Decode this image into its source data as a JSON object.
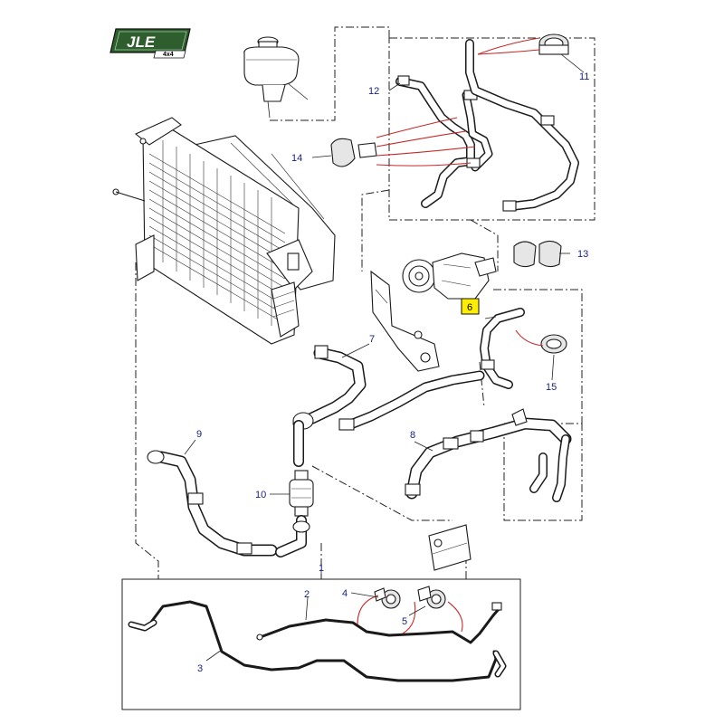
{
  "logo": {
    "text": "JLE",
    "sub": "4x4"
  },
  "callouts": {
    "c1": "1",
    "c2": "2",
    "c3": "3",
    "c4": "4",
    "c5": "5",
    "c6": "6",
    "c7": "7",
    "c8": "8",
    "c9": "9",
    "c10": "10",
    "c11": "11",
    "c12": "12",
    "c13": "13",
    "c14": "14",
    "c15": "15"
  },
  "colors": {
    "highlight": "#ffee00",
    "callout_text": "#1a237e",
    "leader_red": "#c62828",
    "logo_green": "#2e5e2e"
  }
}
